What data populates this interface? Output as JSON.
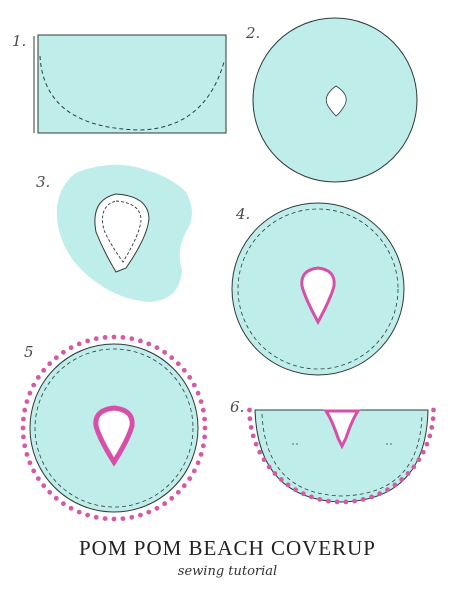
{
  "title": "POM POM BEACH COVERUP",
  "subtitle": "sewing tutorial",
  "colors": {
    "fabric": "#bfeeea",
    "outline": "#2f3a3a",
    "neckline": "#d74fa8",
    "neckline_fill": "#e99ed2",
    "pompom": "#d45aa6",
    "background": "#ffffff"
  },
  "steps": [
    {
      "label": "1."
    },
    {
      "label": "2."
    },
    {
      "label": "3."
    },
    {
      "label": "4."
    },
    {
      "label": "5"
    },
    {
      "label": "6."
    }
  ]
}
